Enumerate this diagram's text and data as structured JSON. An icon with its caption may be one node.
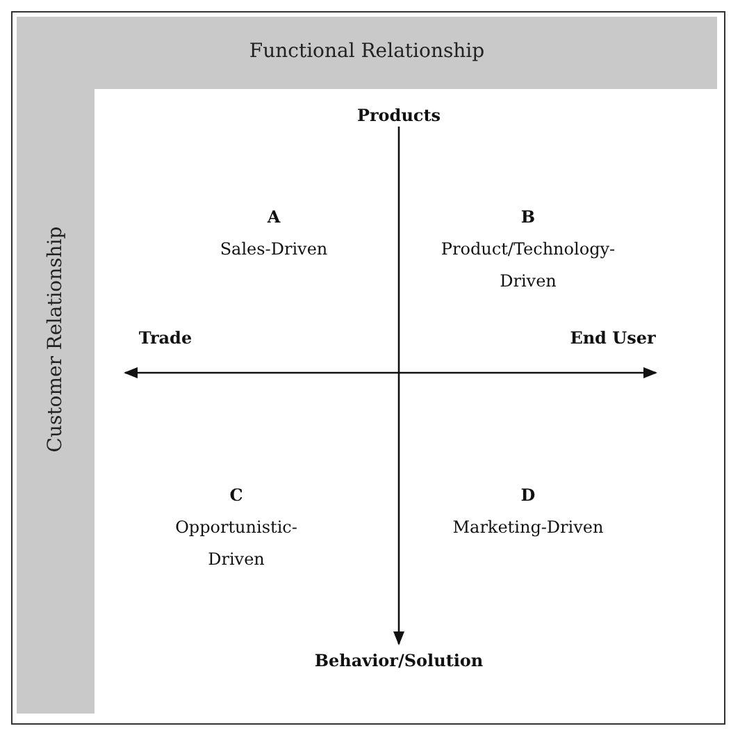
{
  "diagram": {
    "nodes": [
      {
        "text": [
          "Functional Relationship"
        ]
      },
      {
        "text": [
          "Customer Relationship"
        ]
      }
    ],
    "labels": [
      "Products",
      "A",
      "Sales-Driven",
      "B",
      "Product/Technology-Driven",
      "Trade",
      "End User",
      "C",
      "Opportunistic-Driven",
      "D",
      "Marketing-Driven",
      "Behavior/Solution"
    ]
  }
}
